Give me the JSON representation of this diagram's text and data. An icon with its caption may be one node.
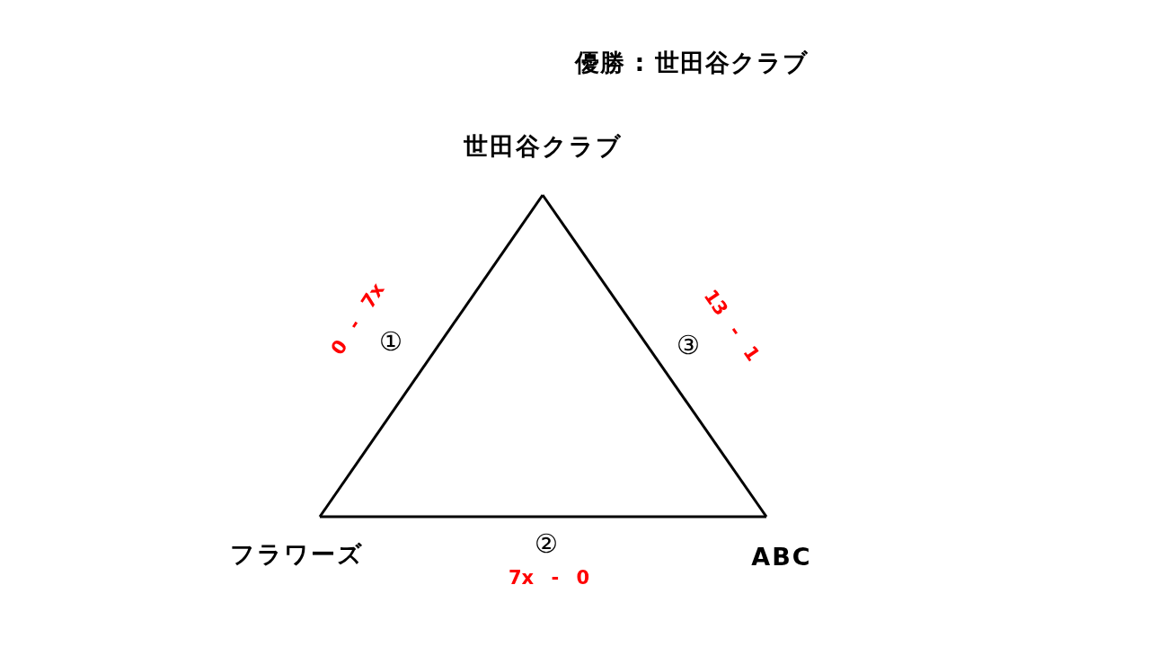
{
  "diagram": {
    "title": "優勝 : 世田谷クラブ",
    "nodes": [
      {
        "text": [
          "世田谷クラブ"
        ]
      },
      {
        "text": [
          "フラワーズ"
        ]
      },
      {
        "text": [
          "ABC"
        ]
      }
    ],
    "edges": [
      {
        "from": 0,
        "to": 1,
        "arrow": "none",
        "label": "①"
      },
      {
        "from": 1,
        "to": 2,
        "arrow": "none",
        "label": "②"
      },
      {
        "from": 0,
        "to": 2,
        "arrow": "none",
        "label": "③"
      }
    ],
    "labels": [
      "0 - 7x",
      "13 - 1",
      "7x - 0"
    ]
  }
}
